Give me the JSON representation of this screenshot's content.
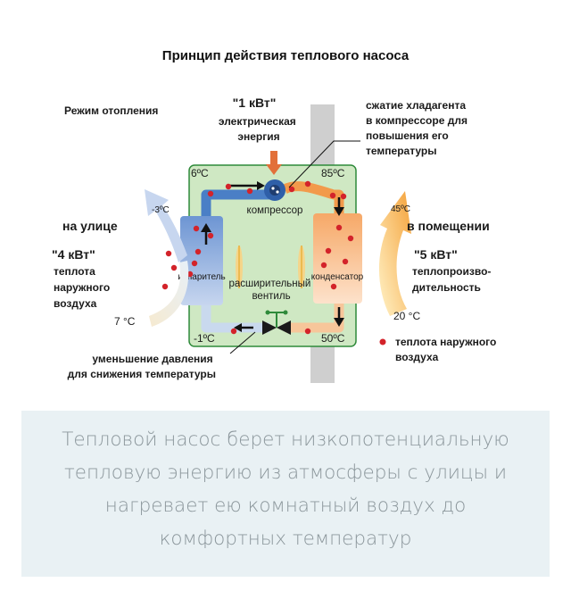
{
  "diagram": {
    "title": "Принцип действия теплового насоса",
    "mode": "Режим отопления",
    "electric_value": "\"1 кВт\"",
    "electric_label": [
      "электрическая",
      "энергия"
    ],
    "compression_note": [
      "сжатие хладагента",
      "в компрессоре для",
      "повышения его",
      "температуры"
    ],
    "outside_label": "на улице",
    "outside_value": "\"4 кВт\"",
    "outside_heat": [
      "теплота",
      "наружного",
      "воздуха"
    ],
    "outside_temp": "7 °C",
    "outside_out_temp": "-3ºC",
    "inside_label": "в помещении",
    "inside_value": "\"5 кВт\"",
    "inside_power": [
      "теплопроизво-",
      "дительность"
    ],
    "inside_temp": "20 °C",
    "inside_out_temp": "45ºC",
    "compressor": "компрессор",
    "evaporator": "испаритель",
    "condenser": "конденсатор",
    "valve": [
      "расширительный",
      "вентиль"
    ],
    "temp_tl": "6ºC",
    "temp_tr": "85ºC",
    "temp_bl": "-1ºC",
    "temp_br": "50ºC",
    "pressure_note": [
      "уменьшение давления",
      "для снижения температуры"
    ],
    "legend": [
      "теплота наружного",
      "воздуха"
    ],
    "colors": {
      "box_fill": "#cfe8c3",
      "box_stroke": "#2f8a3a",
      "cold": "#4a7fc6",
      "hot": "#f29a4b",
      "dot": "#d3232a",
      "wall": "#cfcfcf"
    }
  },
  "caption": [
    "Тепловой насос берет низкопотенциальную",
    "тепловую энергию из атмосферы с улицы и",
    "нагревает ею комнатный воздух до",
    "комфортных температур"
  ]
}
